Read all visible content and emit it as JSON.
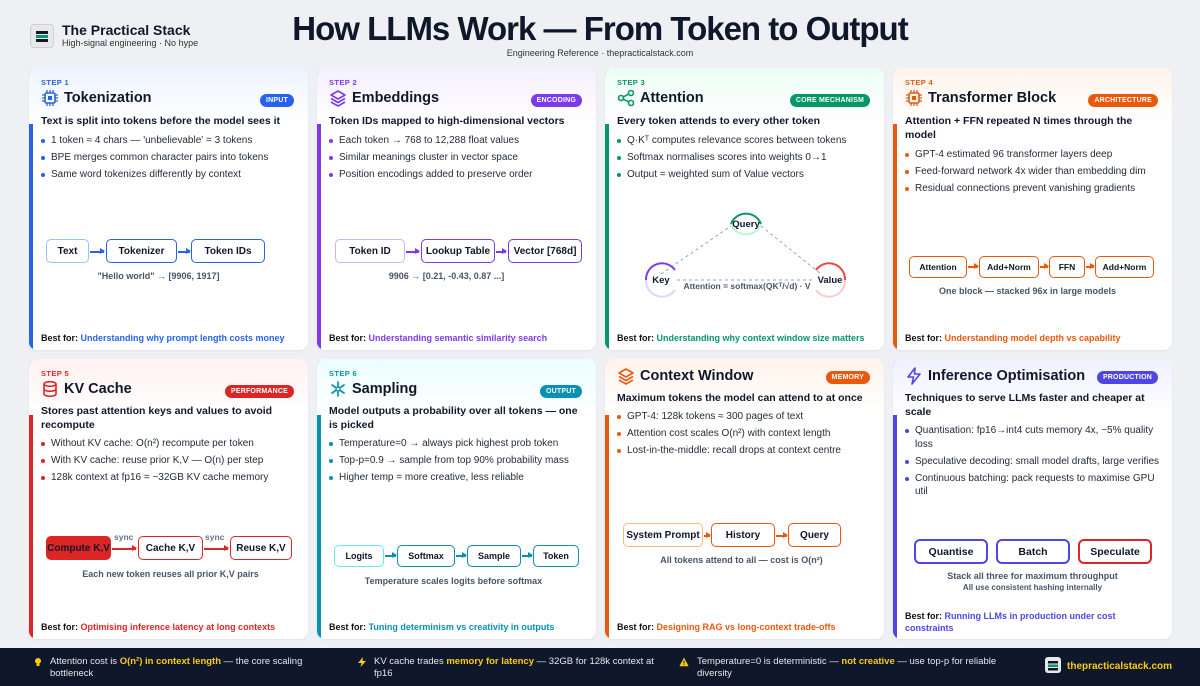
{
  "header": {
    "brand": "The Practical Stack",
    "tagline": "High-signal engineering · No hype",
    "title": "How LLMs Work — From Token to Output",
    "subtitle": "Engineering Reference · thepracticalstack.com"
  },
  "colors": {
    "tokenization": "#2563eb",
    "embeddings": "#7c3aed",
    "attention": "#059669",
    "transformer": "#ea580c",
    "kvcache": "#dc2626",
    "sampling": "#0891b2",
    "context": "#ea580c",
    "inference": "#4f46e5",
    "footer_bg": "#0f172a",
    "footer_highlight": "#facc15"
  },
  "best_prefix": "Best for:",
  "cards": {
    "tokenization": {
      "step": "STEP 1",
      "title": "Tokenization",
      "badge": "INPUT",
      "icon": "cpu-chip-icon",
      "lead": "Text is split into tokens before the model sees it",
      "bullets": [
        "1 token ≈ 4 chars — 'unbelievable' = 3 tokens",
        "BPE merges common character pairs into tokens",
        "Same word tokenizes differently by context"
      ],
      "flow": [
        "Text",
        "Tokenizer",
        "Token IDs"
      ],
      "caption": "\"Hello world\" → [9906, 1917]",
      "best": "Understanding why prompt length costs money"
    },
    "embeddings": {
      "step": "STEP 2",
      "title": "Embeddings",
      "badge": "ENCODING",
      "icon": "layers-icon",
      "lead": "Token IDs mapped to high-dimensional vectors",
      "bullets": [
        "Each token → 768 to 12,288 float values",
        "Similar meanings cluster in vector space",
        "Position encodings added to preserve order"
      ],
      "flow": [
        "Token ID",
        "Lookup Table",
        "Vector [768d]"
      ],
      "caption": "9906 → [0.21, -0.43, 0.87 ...]",
      "best": "Understanding semantic similarity search"
    },
    "attention": {
      "step": "STEP 3",
      "title": "Attention",
      "badge": "CORE MECHANISM",
      "icon": "share-nodes-icon",
      "lead": "Every token attends to every other token",
      "bullets": [
        "Q·Kᵀ computes relevance scores between tokens",
        "Softmax normalises scores into weights 0→1",
        "Output = weighted sum of Value vectors"
      ],
      "nodes": {
        "query": "Query",
        "key": "Key",
        "value": "Value"
      },
      "formula": "Attention = softmax(QKᵀ/√d) · V",
      "best": "Understanding why context window size matters"
    },
    "transformer": {
      "step": "STEP 4",
      "title": "Transformer Block",
      "badge": "ARCHITECTURE",
      "icon": "chip-icon",
      "lead": "Attention + FFN repeated N times through the model",
      "bullets": [
        "GPT-4 estimated 96 transformer layers deep",
        "Feed-forward network 4x wider than embedding dim",
        "Residual connections prevent vanishing gradients"
      ],
      "flow": [
        "Attention",
        "Add+Norm",
        "FFN",
        "Add+Norm"
      ],
      "caption": "One block — stacked 96x in large models",
      "best": "Understanding model depth vs capability"
    },
    "kvcache": {
      "step": "STEP 5",
      "title": "KV Cache",
      "badge": "PERFORMANCE",
      "icon": "database-icon",
      "lead": "Stores past attention keys and values to avoid recompute",
      "bullets": [
        "Without KV cache: O(n²) recompute per token",
        "With KV cache: reuse prior K,V — O(n) per step",
        "128k context at fp16 = ~32GB KV cache memory"
      ],
      "flow": [
        "Compute K,V",
        "Cache K,V",
        "Reuse K,V"
      ],
      "sync": "sync",
      "caption": "Each new token reuses all prior K,V pairs",
      "best": "Optimising inference latency at long contexts"
    },
    "sampling": {
      "step": "STEP 6",
      "title": "Sampling",
      "badge": "OUTPUT",
      "icon": "sparkle-icon",
      "lead": "Model outputs a probability over all tokens — one is picked",
      "bullets": [
        "Temperature=0 → always pick highest prob token",
        "Top-p=0.9 → sample from top 90% probability mass",
        "Higher temp = more creative, less reliable"
      ],
      "flow": [
        "Logits",
        "Softmax",
        "Sample",
        "Token"
      ],
      "caption": "Temperature scales logits before softmax",
      "best": "Tuning determinism vs creativity in outputs"
    },
    "context": {
      "title": "Context Window",
      "badge": "MEMORY",
      "icon": "stack-icon",
      "lead": "Maximum tokens the model can attend to at once",
      "bullets": [
        "GPT-4: 128k tokens ≈ 300 pages of text",
        "Attention cost scales O(n²) with context length",
        "Lost-in-the-middle: recall drops at context centre"
      ],
      "flow": [
        "System Prompt",
        "History",
        "Query"
      ],
      "caption": "All tokens attend to all — cost is O(n²)",
      "best": "Designing RAG vs long-context trade-offs"
    },
    "inference": {
      "title": "Inference Optimisation",
      "badge": "PRODUCTION",
      "icon": "lightning-icon",
      "lead": "Techniques to serve LLMs faster and cheaper at scale",
      "bullets": [
        "Quantisation: fp16→int4 cuts memory 4x, ~5% quality loss",
        "Speculative decoding: small model drafts, large verifies",
        "Continuous batching: pack requests to maximise GPU util"
      ],
      "buttons": [
        "Quantise",
        "Batch",
        "Speculate"
      ],
      "caption1": "Stack all three for maximum throughput",
      "caption2": "All use consistent hashing internally",
      "best": "Running LLMs in production under cost constraints"
    }
  },
  "footer": {
    "item1": {
      "pre": "Attention cost is ",
      "hl": "O(n²) in context length",
      "post": " — the core scaling bottleneck"
    },
    "item2": {
      "pre": "KV cache trades ",
      "hl": "memory for latency",
      "post": " — 32GB for 128k context at fp16"
    },
    "item3": {
      "pre": "Temperature=0 is deterministic — ",
      "hl": "not creative",
      "post": " — use top-p for reliable diversity"
    },
    "url": "thepracticalstack.com"
  }
}
